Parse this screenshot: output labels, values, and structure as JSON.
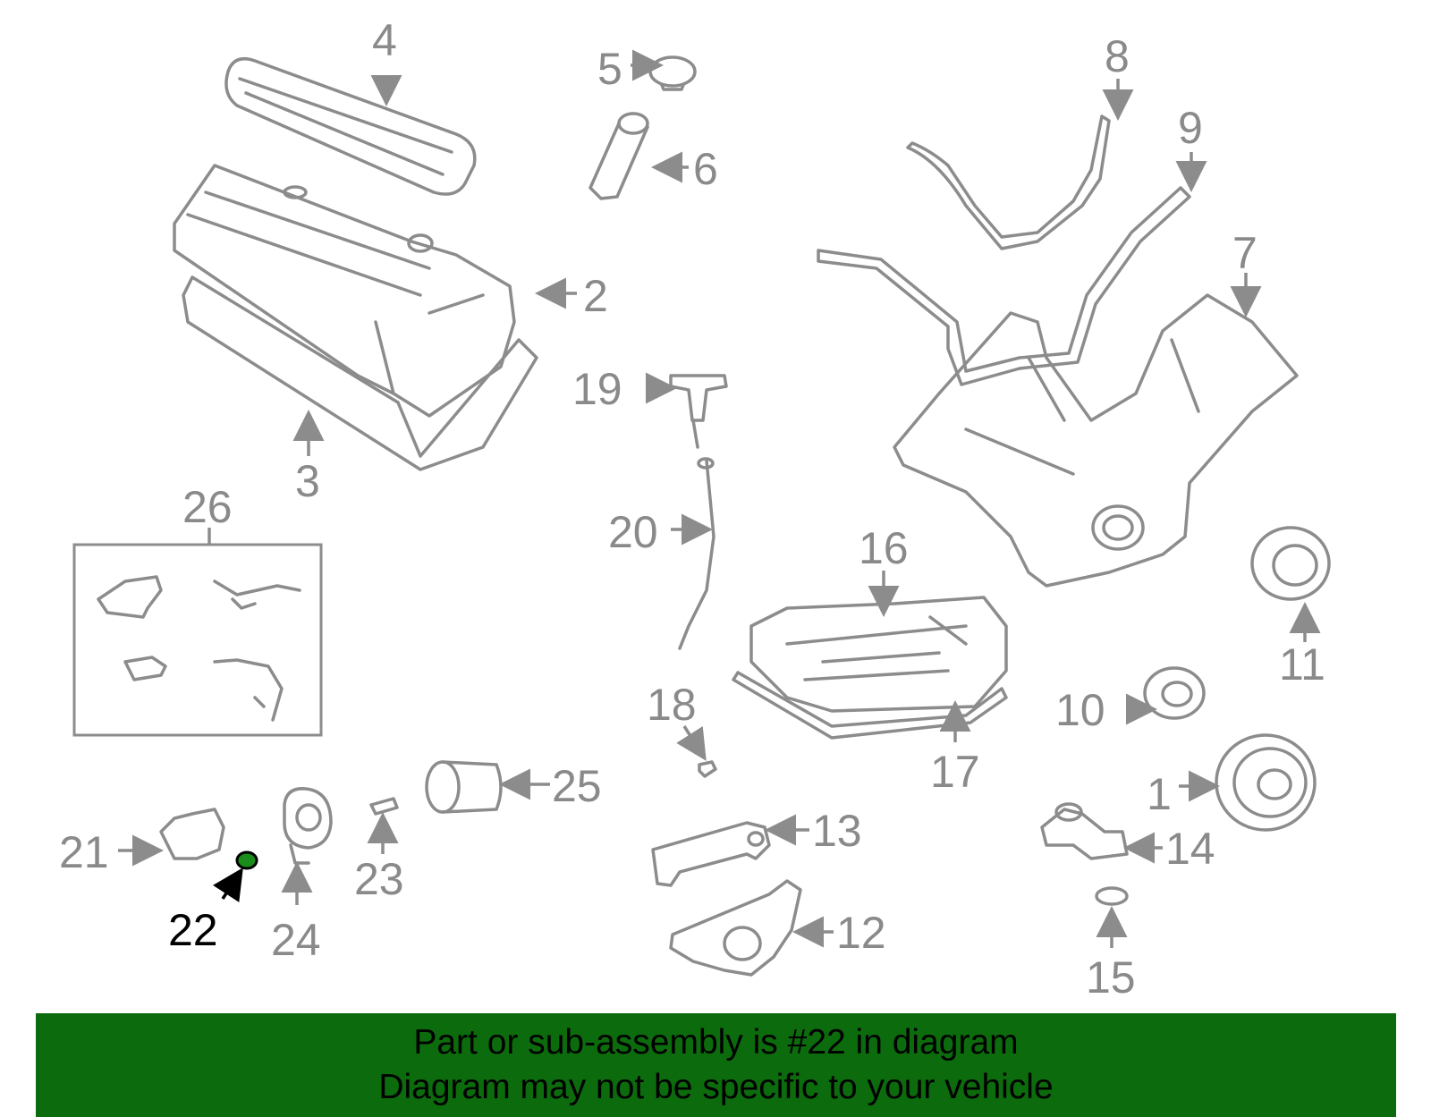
{
  "banner": {
    "line1": "Part or sub-assembly is #22 in diagram",
    "line2": "Diagram may not be specific to your vehicle"
  },
  "colors": {
    "part_line": "#8c8c8c",
    "callout_text": "#8a8a8a",
    "highlight_text": "#000000",
    "highlight_part": "#1a8c1a",
    "banner_bg": "#0c6b0c"
  },
  "highlighted_part": "22",
  "callouts": {
    "c1": "1",
    "c2": "2",
    "c3": "3",
    "c4": "4",
    "c5": "5",
    "c6": "6",
    "c7": "7",
    "c8": "8",
    "c9": "9",
    "c10": "10",
    "c11": "11",
    "c12": "12",
    "c13": "13",
    "c14": "14",
    "c15": "15",
    "c16": "16",
    "c17": "17",
    "c18": "18",
    "c19": "19",
    "c20": "20",
    "c21": "21",
    "c22": "22",
    "c23": "23",
    "c24": "24",
    "c25": "25",
    "c26": "26"
  }
}
